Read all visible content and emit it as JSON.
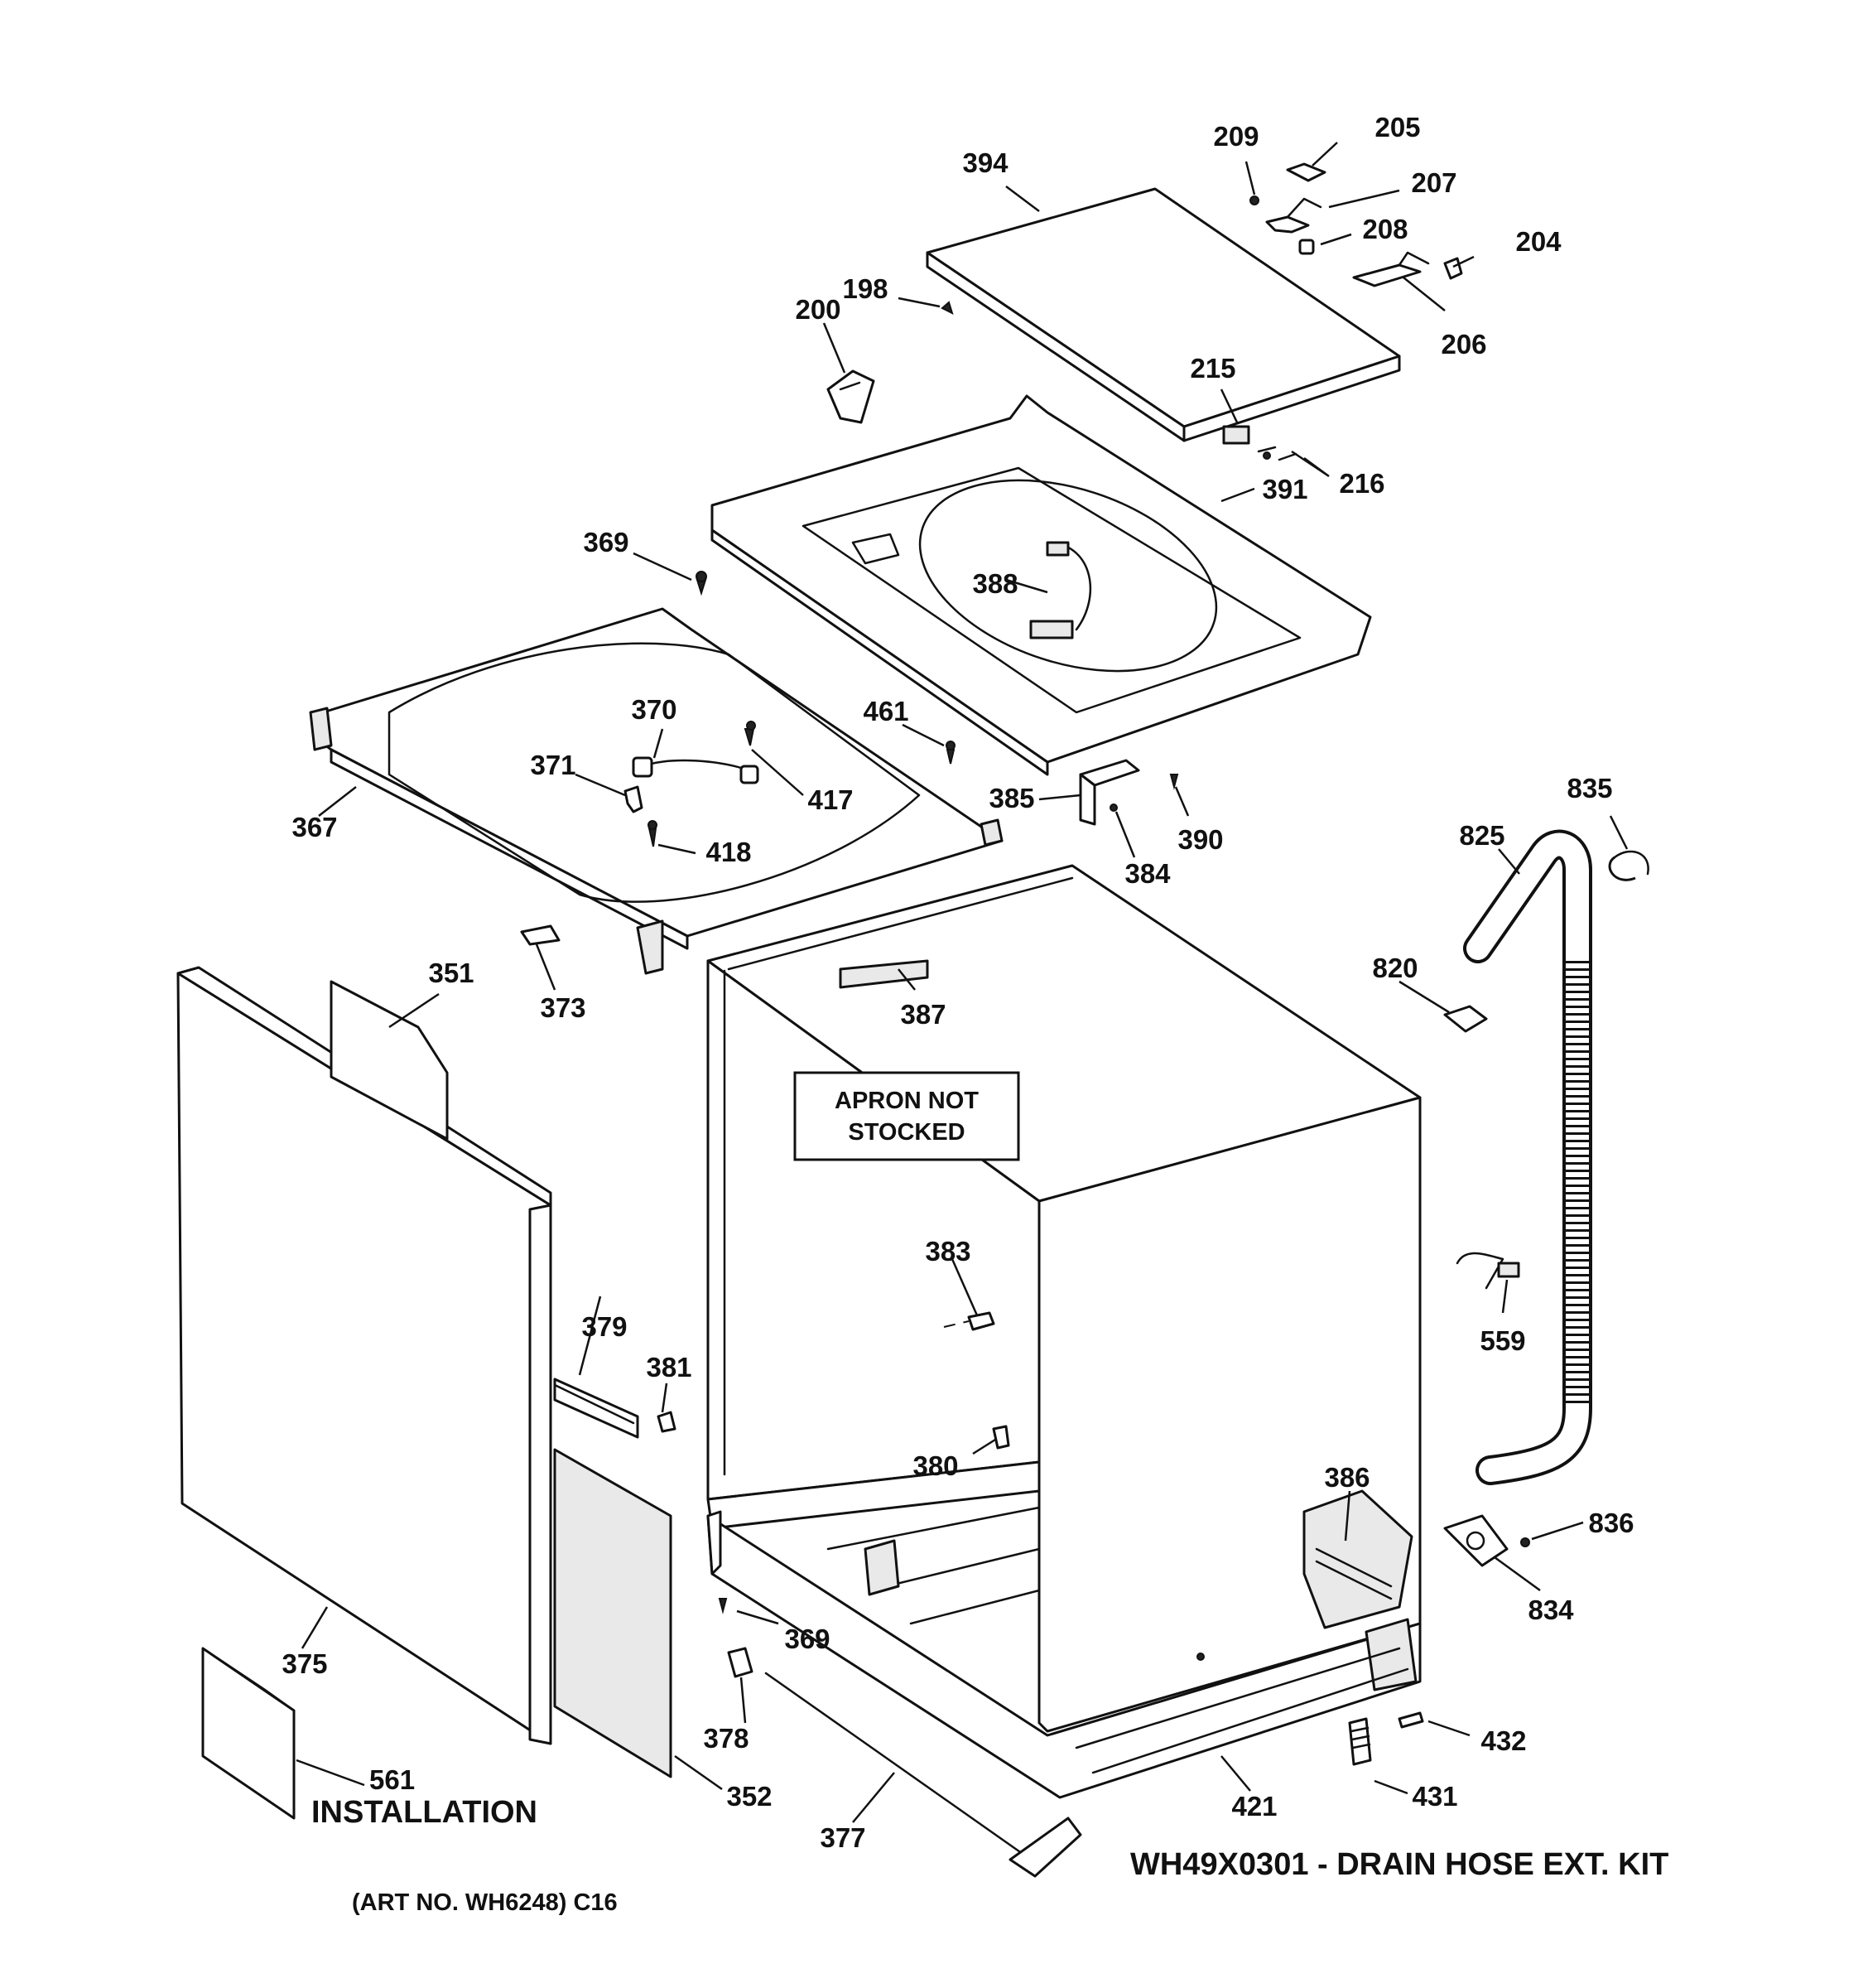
{
  "labels": {
    "p394": "394",
    "p209": "209",
    "p205": "205",
    "p207": "207",
    "p208": "208",
    "p204": "204",
    "p206": "206",
    "p198": "198",
    "p200": "200",
    "p215": "215",
    "p216": "216",
    "p391": "391",
    "p388": "388",
    "p369a": "369",
    "p370": "370",
    "p461": "461",
    "p371": "371",
    "p417": "417",
    "p367": "367",
    "p418": "418",
    "p385": "385",
    "p390": "390",
    "p384": "384",
    "p835": "835",
    "p825": "825",
    "p373": "373",
    "p351": "351",
    "p387": "387",
    "p820": "820",
    "p383": "383",
    "p559": "559",
    "p379": "379",
    "p381": "381",
    "p380": "380",
    "p386": "386",
    "p836": "836",
    "p834": "834",
    "p375": "375",
    "p369b": "369",
    "p378": "378",
    "p432": "432",
    "p561": "561",
    "p352": "352",
    "p421": "421",
    "p431": "431",
    "p377": "377"
  },
  "notes": {
    "apron_line1": "APRON NOT",
    "apron_line2": "STOCKED",
    "installation": "INSTALLATION",
    "drain_kit": "WH49X0301 - DRAIN HOSE EXT. KIT",
    "art_no": "(ART NO. WH6248) C16"
  }
}
